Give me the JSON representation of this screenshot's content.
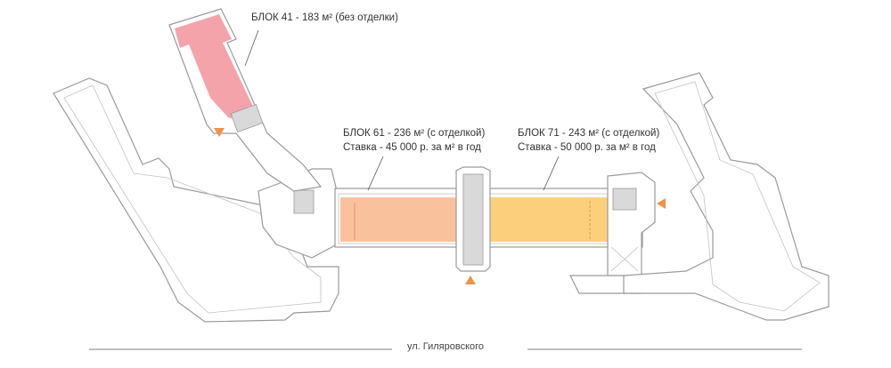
{
  "blocks": [
    {
      "id": "41",
      "label": "БЛОК 41 - 183 м² (без отделки)",
      "rate": "",
      "color": "#f5a3aa"
    },
    {
      "id": "61",
      "label": "БЛОК 61 - 236 м² (с отделкой)",
      "rate": "Ставка - 45 000 р. за м² в год",
      "color": "#f9c29c"
    },
    {
      "id": "71",
      "label": "БЛОК 71 - 243 м² (с отделкой)",
      "rate": "Ставка - 50 000 р. за м² в год",
      "color": "#fbcf7c"
    }
  ],
  "street": "ул. Гиляровского",
  "colors": {
    "entrance_arrow": "#f0924a",
    "wall": "#9a9a9a",
    "stairs": "#d9d9d9"
  }
}
